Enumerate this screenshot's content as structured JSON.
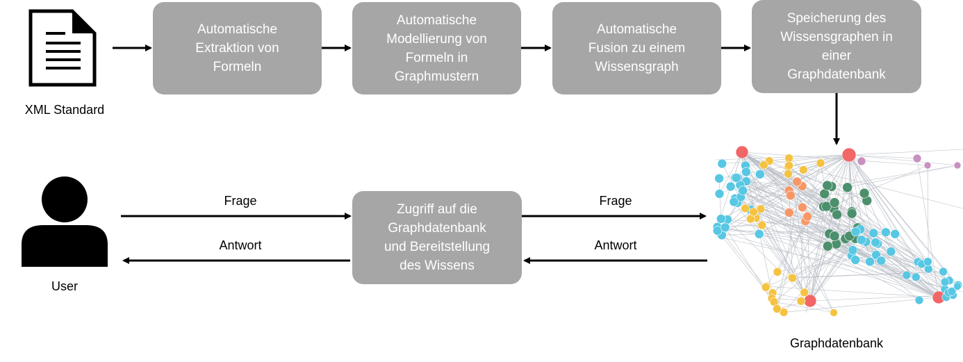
{
  "document_icon": {
    "label": "XML Standard"
  },
  "process_steps": [
    {
      "lines": [
        "Automatische",
        "Extraktion von",
        "Formeln"
      ]
    },
    {
      "lines": [
        "Automatische",
        "Modellierung von",
        "Formeln in",
        "Graphmustern"
      ]
    },
    {
      "lines": [
        "Automatische",
        "Fusion zu einem",
        "Wissensgraph"
      ]
    },
    {
      "lines": [
        "Speicherung des",
        "Wissensgraphen in",
        "einer",
        "Graphdatenbank"
      ]
    }
  ],
  "access_box": {
    "lines": [
      "Zugriff auf die",
      "Graphdatenbank",
      "und Bereitstellung",
      "des Wissens"
    ]
  },
  "user": {
    "label": "User"
  },
  "graph_db": {
    "label": "Graphdatenbank"
  },
  "arrows": {
    "question_left": "Frage",
    "answer_left": "Antwort",
    "question_right": "Frage",
    "answer_right": "Antwort"
  },
  "colors": {
    "box_fill": "#a6a6a6",
    "node_blue": "#57c7e3",
    "node_yellow": "#f5c342",
    "node_orange": "#f79767",
    "node_green": "#4c8f6c",
    "node_red": "#f16667",
    "node_purple": "#c990c0"
  }
}
